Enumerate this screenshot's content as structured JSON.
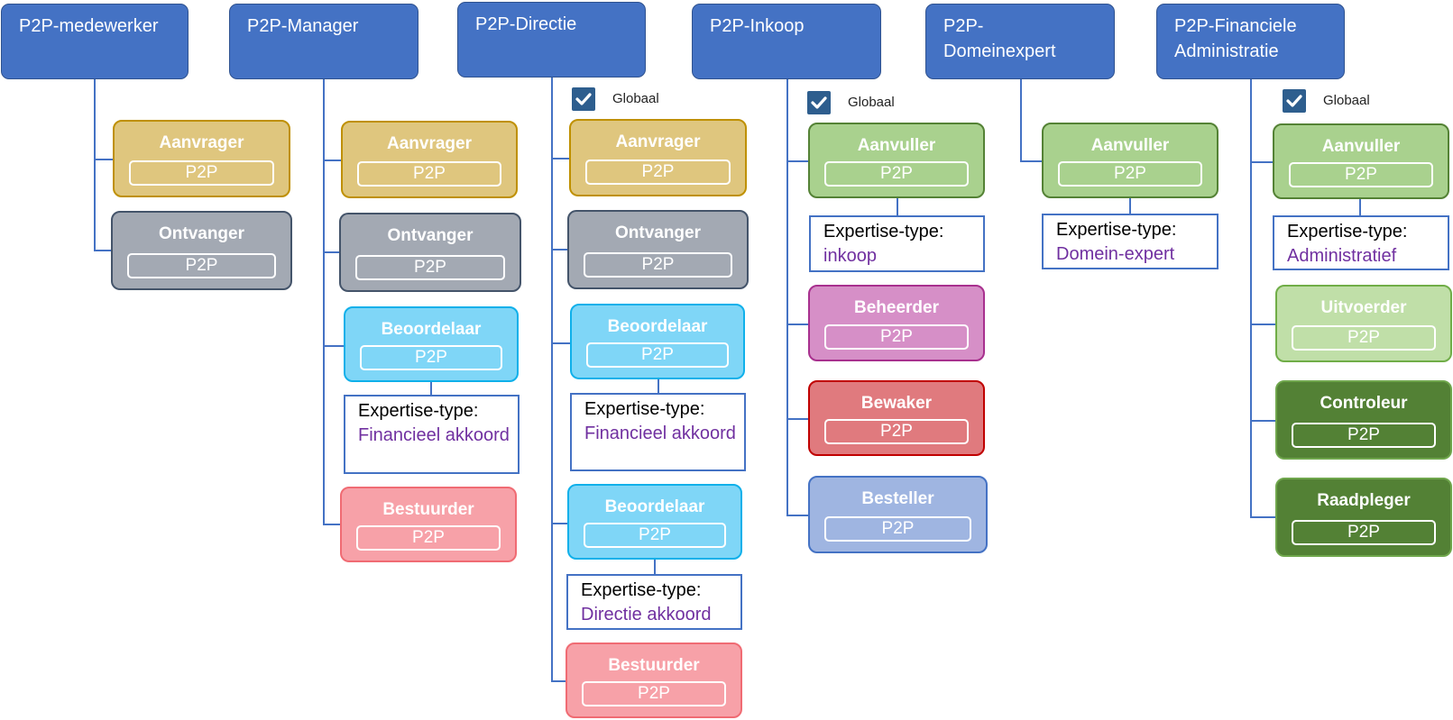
{
  "diagram": {
    "scope_label": "P2P",
    "expertise_label": "Expertise-type:",
    "global_label": "Globaal",
    "columns": [
      {
        "title": "P2P-medewerker",
        "global": false,
        "roles": [
          {
            "name": "Aanvrager",
            "scope": "P2P",
            "color": "#dfc67e"
          },
          {
            "name": "Ontvanger",
            "scope": "P2P",
            "color": "#a3a9b3"
          }
        ]
      },
      {
        "title": "P2P-Manager",
        "global": false,
        "roles": [
          {
            "name": "Aanvrager",
            "scope": "P2P",
            "color": "#dfc67e"
          },
          {
            "name": "Ontvanger",
            "scope": "P2P",
            "color": "#a3a9b3"
          },
          {
            "name": "Beoordelaar",
            "scope": "P2P",
            "color": "#7fd6f7",
            "expertise": "Financieel akkoord"
          },
          {
            "name": "Bestuurder",
            "scope": "P2P",
            "color": "#f7a1a8"
          }
        ]
      },
      {
        "title": "P2P-Directie",
        "global": true,
        "roles": [
          {
            "name": "Aanvrager",
            "scope": "P2P",
            "color": "#dfc67e"
          },
          {
            "name": "Ontvanger",
            "scope": "P2P",
            "color": "#a3a9b3"
          },
          {
            "name": "Beoordelaar",
            "scope": "P2P",
            "color": "#7fd6f7",
            "expertise": "Financieel akkoord"
          },
          {
            "name": "Beoordelaar",
            "scope": "P2P",
            "color": "#7fd6f7",
            "expertise": "Directie akkoord"
          },
          {
            "name": "Bestuurder",
            "scope": "P2P",
            "color": "#f7a1a8"
          }
        ]
      },
      {
        "title": "P2P-Inkoop",
        "global": true,
        "roles": [
          {
            "name": "Aanvuller",
            "scope": "P2P",
            "color": "#a9d18e",
            "expertise": "inkoop"
          },
          {
            "name": "Beheerder",
            "scope": "P2P",
            "color": "#d68fc7"
          },
          {
            "name": "Bewaker",
            "scope": "P2P",
            "color": "#e07a7e"
          },
          {
            "name": "Besteller",
            "scope": "P2P",
            "color": "#9fb5e1"
          }
        ]
      },
      {
        "title": "P2P-\nDomeinexpert",
        "global": false,
        "roles": [
          {
            "name": "Aanvuller",
            "scope": "P2P",
            "color": "#a9d18e",
            "expertise": "Domein-expert"
          }
        ]
      },
      {
        "title": "P2P-Financiele\nAdministratie",
        "global": true,
        "roles": [
          {
            "name": "Aanvuller",
            "scope": "P2P",
            "color": "#a9d18e",
            "expertise": "Administratief"
          },
          {
            "name": "Uitvoerder",
            "scope": "P2P",
            "color": "#c0dfa8"
          },
          {
            "name": "Controleur",
            "scope": "P2P",
            "color": "#538135"
          },
          {
            "name": "Raadpleger",
            "scope": "P2P",
            "color": "#538135"
          }
        ]
      }
    ]
  }
}
